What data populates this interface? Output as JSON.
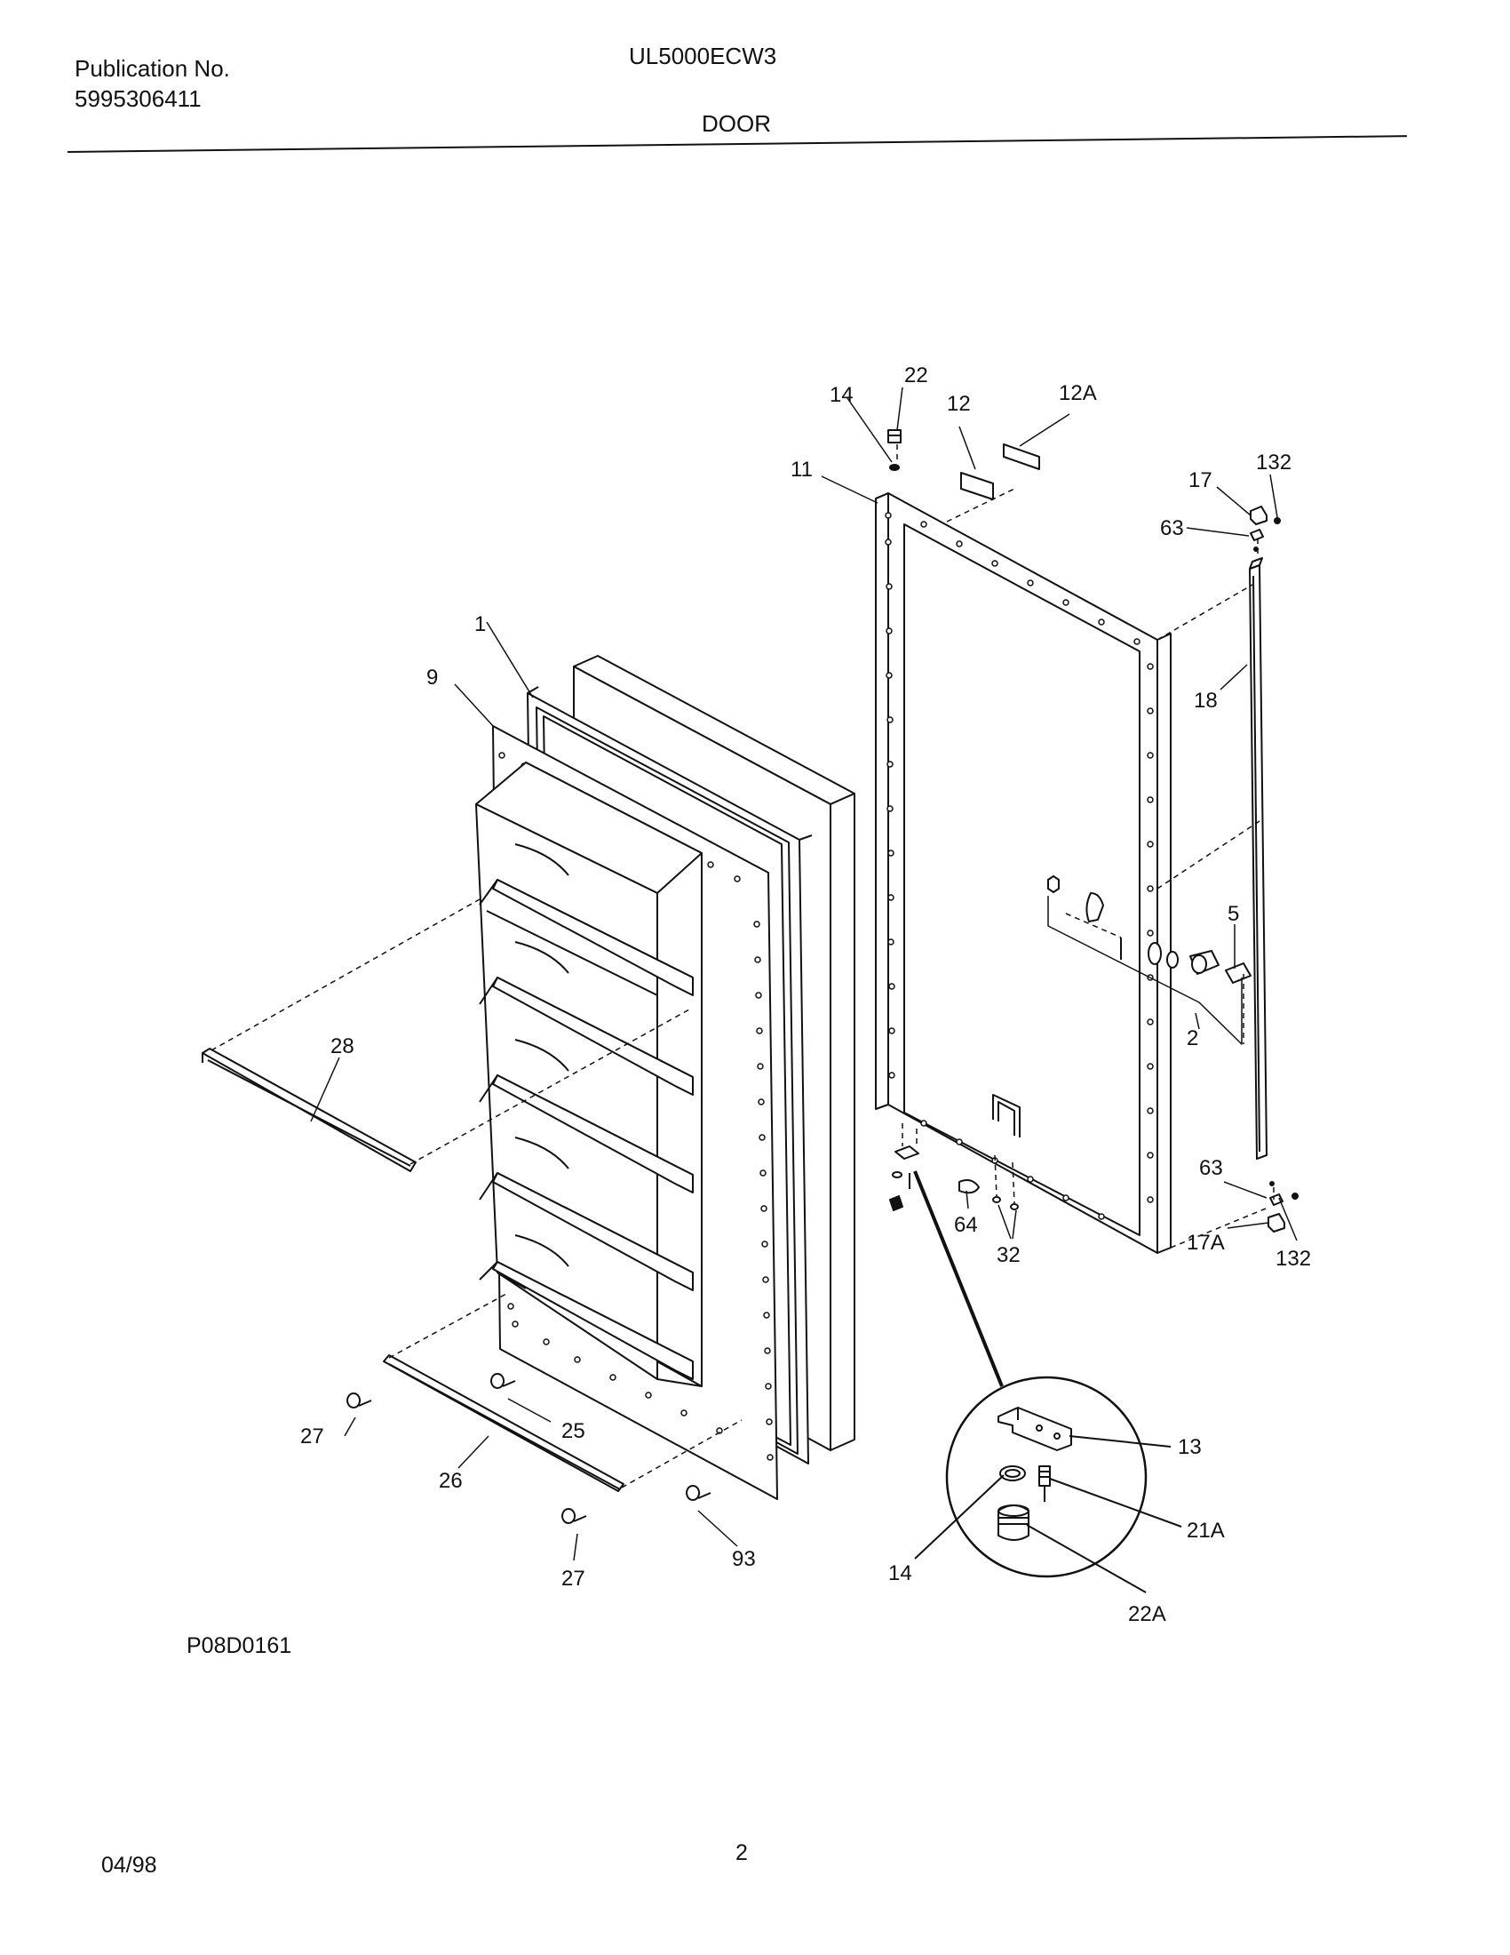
{
  "header": {
    "publication_label": "Publication No.",
    "publication_number": "5995306411",
    "model": "UL5000ECW3",
    "section": "DOOR"
  },
  "callouts": {
    "c1": "1",
    "c9": "9",
    "c28": "28",
    "c27a": "27",
    "c25": "25",
    "c26": "26",
    "c27b": "27",
    "c93": "93",
    "c22": "22",
    "c14a": "14",
    "c12": "12",
    "c12A": "12A",
    "c11": "11",
    "c17": "17",
    "c132a": "132",
    "c63a": "63",
    "c18": "18",
    "c5": "5",
    "c2": "2",
    "c63b": "63",
    "c64": "64",
    "c32": "32",
    "c17A": "17A",
    "c132b": "132",
    "c13": "13",
    "c21A": "21A",
    "c14b": "14",
    "c22A": "22A"
  },
  "footer": {
    "figure_id": "P08D0161",
    "date": "04/98",
    "page": "2"
  }
}
